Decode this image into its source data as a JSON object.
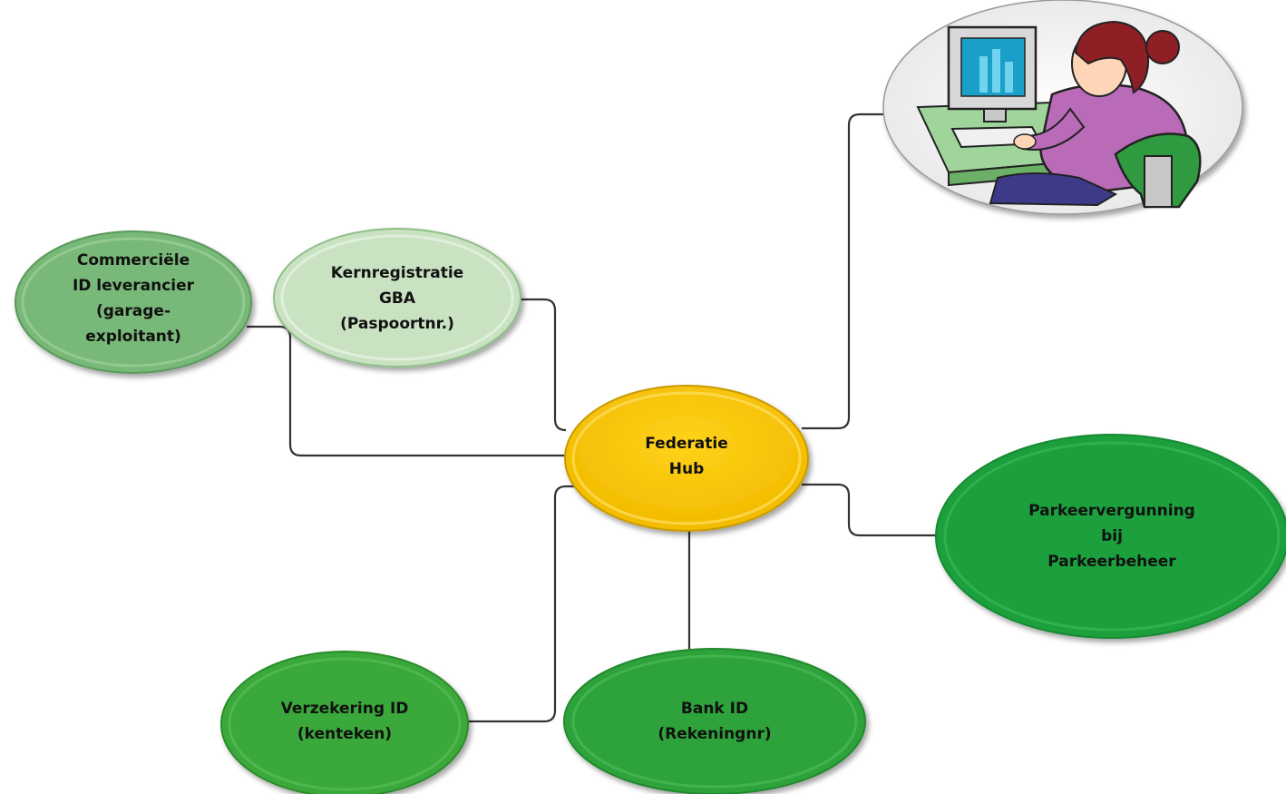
{
  "diagram": {
    "hub": {
      "label_lines": [
        "Federatie",
        "Hub"
      ],
      "fill": "#f5c200"
    },
    "nodes": [
      {
        "id": "commerciele",
        "label_lines": [
          "Commerciële",
          "ID leverancier",
          "(garage-",
          "exploitant)"
        ],
        "fill": "#78b878"
      },
      {
        "id": "kernregistratie",
        "label_lines": [
          "Kernregistratie",
          "GBA",
          "(Paspoortnr.)"
        ],
        "fill": "#c9e2c2"
      },
      {
        "id": "parkeer",
        "label_lines": [
          "Parkeervergunning",
          "bij",
          "Parkeerbeheer"
        ],
        "fill": "#1ea03c"
      },
      {
        "id": "verzekering",
        "label_lines": [
          "Verzekering ID",
          "(kenteken)"
        ],
        "fill": "#3aa83a"
      },
      {
        "id": "bank",
        "label_lines": [
          "Bank ID",
          "(Rekeningnr)"
        ],
        "fill": "#2da33a"
      }
    ],
    "user_figure": {
      "icon": "user-at-computer-icon",
      "colors": {
        "hair": "#8e1f24",
        "shirt": "#b96bb7",
        "screen": "#1aa0c8",
        "desk": "#9fd49a",
        "chair": "#2f9a3f"
      }
    },
    "connector_color": "#333333"
  }
}
